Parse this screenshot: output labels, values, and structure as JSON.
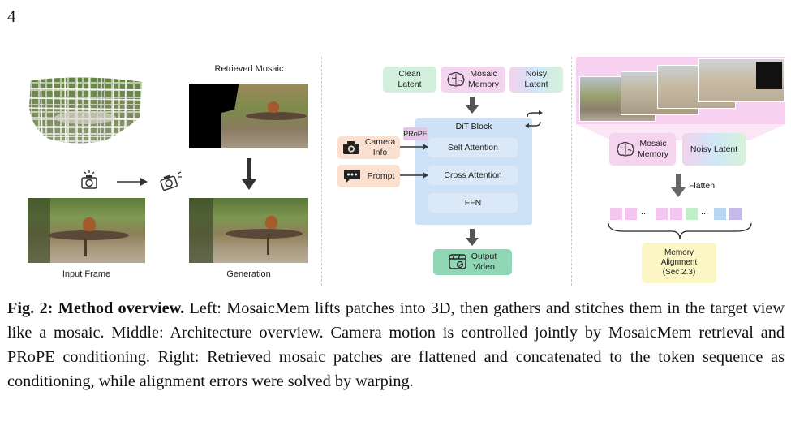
{
  "page_number": "4",
  "left": {
    "retrieved_label": "Retrieved Mosaic",
    "input_label": "Input Frame",
    "generation_label": "Generation"
  },
  "middle": {
    "clean_latent": "Clean\nLatent",
    "mosaic_memory": "Mosaic\nMemory",
    "noisy_latent": "Noisy\nLatent",
    "dit_block": "DiT Block",
    "prope": "PRoPE",
    "camera_info": "Camera\nInfo",
    "prompt": "Prompt",
    "self_attention": "Self Attention",
    "cross_attention": "Cross Attention",
    "ffn": "FFN",
    "output_video": "Output\nVideo"
  },
  "right": {
    "mosaic_memory": "Mosaic\nMemory",
    "noisy_latent": "Noisy Latent",
    "flatten": "Flatten",
    "dots": "...",
    "memory_alignment": "Memory\nAlignment\n(Sec 2.3)"
  },
  "caption": {
    "fig_label": "Fig. 2:",
    "fig_title": "Method overview.",
    "body": " Left: MosaicMem lifts patches into 3D, then gathers and stitches them in the target view like a mosaic. Middle: Architecture overview. Camera motion is controlled jointly by MosaicMem retrieval and PRoPE conditioning. Right: Retrieved mosaic patches are flattened and concatenated to the token sequence as conditioning, while alignment errors were solved by warping."
  },
  "colors": {
    "green_box": "#d3f0dc",
    "pink_box": "#f4d4ef",
    "noisy_gradient": [
      "#f3d2ec",
      "#cfe6f7",
      "#d6f3d8"
    ],
    "orange_box": "#fbe0d0",
    "dit_bg": "#cde2f6",
    "output_box": "#8fd6b4",
    "memory_alignment": "#fbf6c4",
    "pink_frame": "#f7d2f0"
  },
  "icons": [
    "camera-icon",
    "speech-bubble-icon",
    "brain-icon",
    "video-icon",
    "loop-arrows-icon",
    "flash-camera-icon",
    "camera-motion-icon"
  ]
}
